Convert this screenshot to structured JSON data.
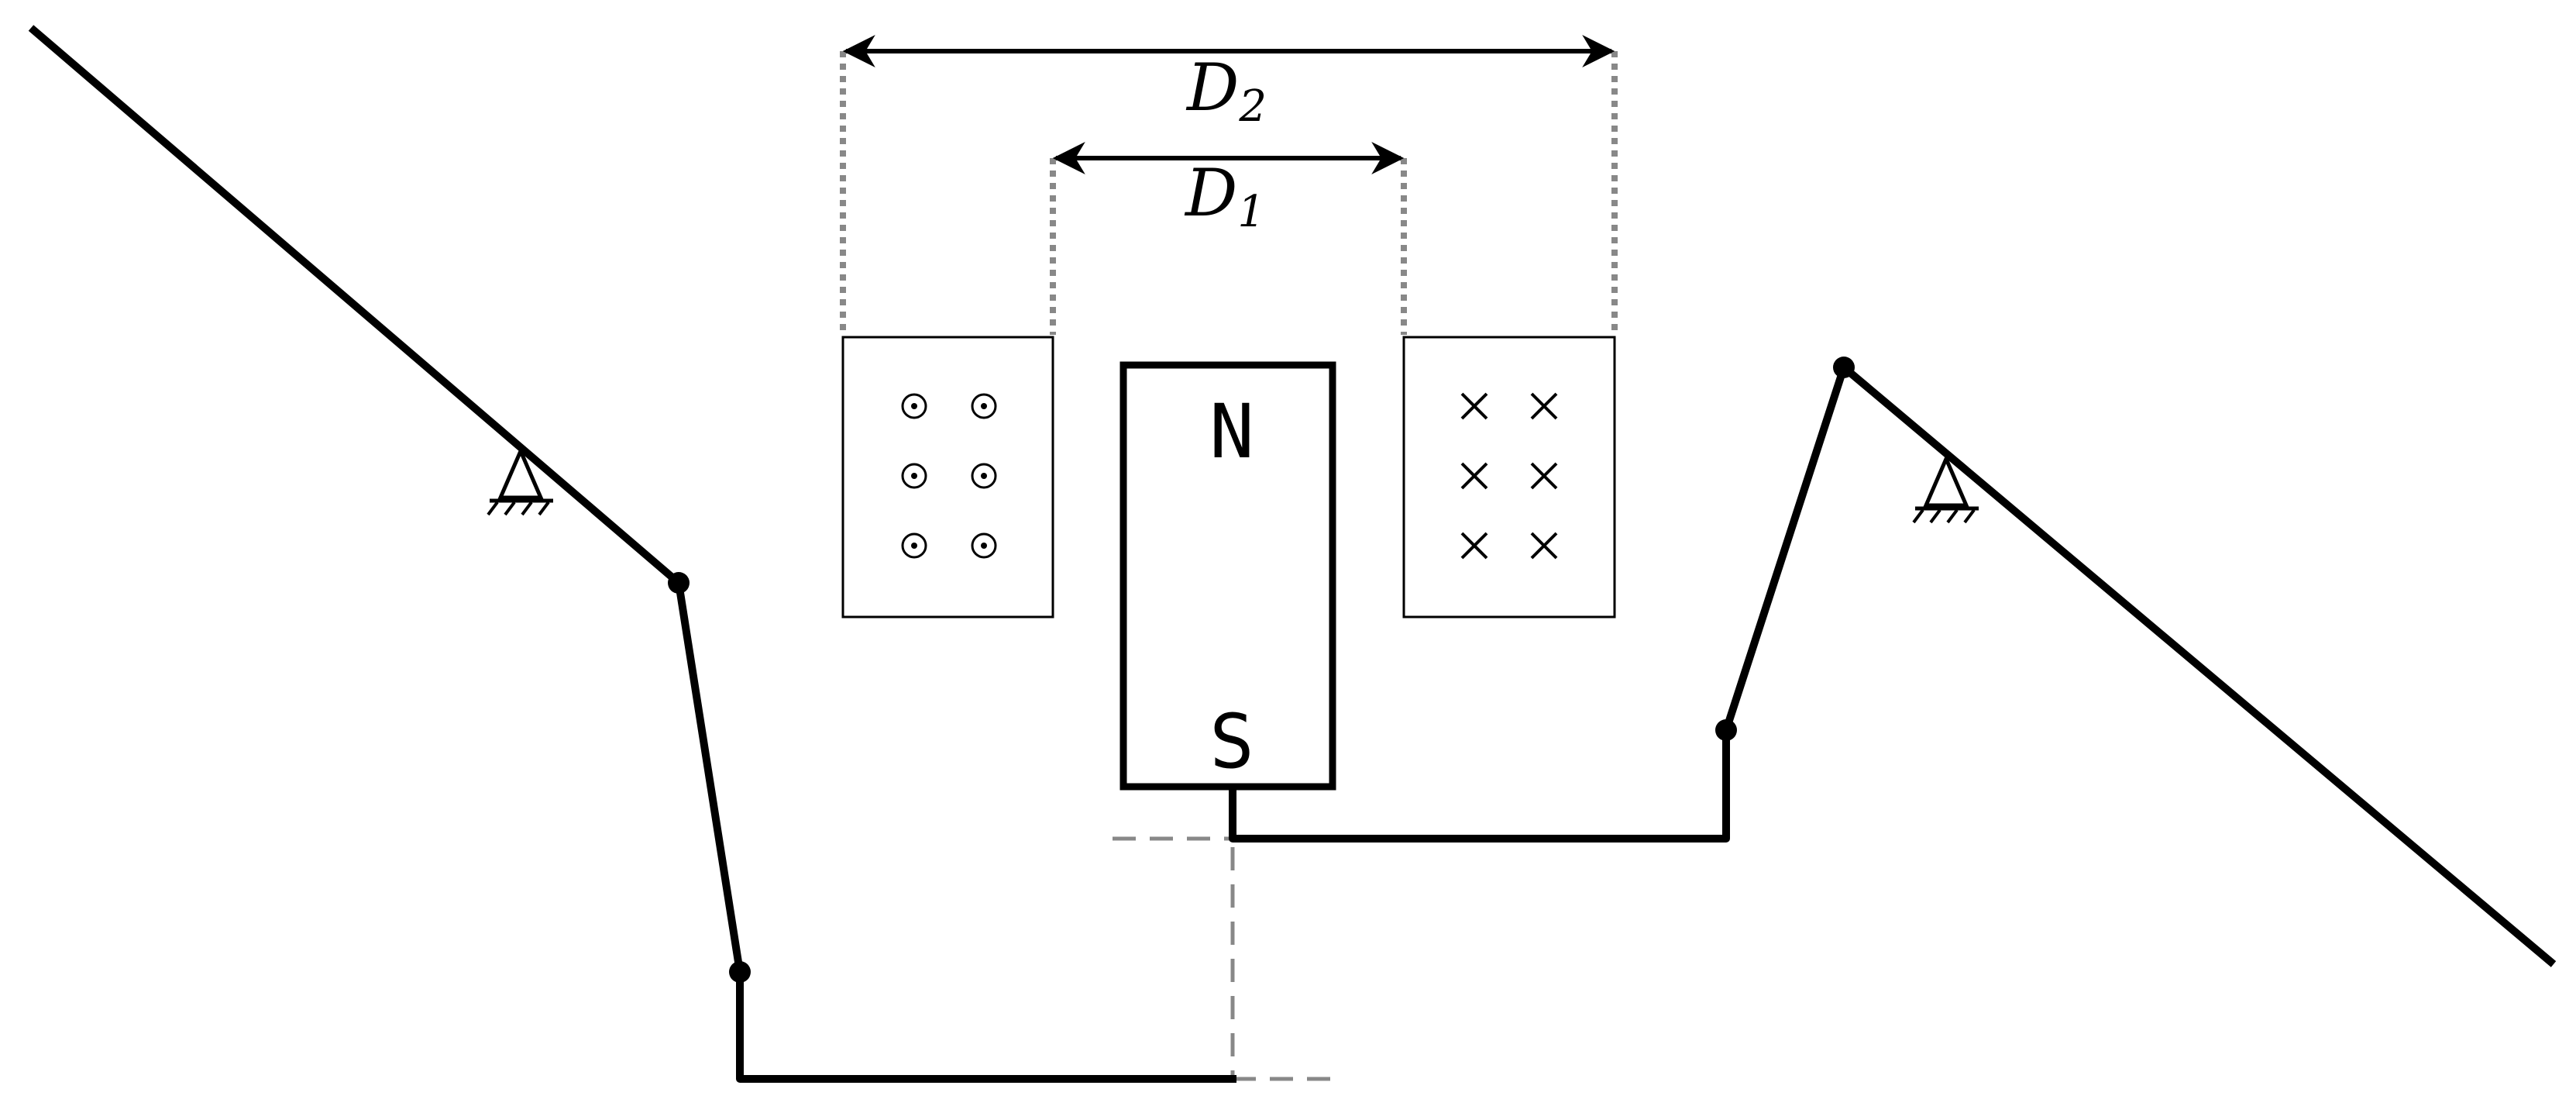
{
  "dimensions": {
    "outer": {
      "letter": "D",
      "sub": "2"
    },
    "inner": {
      "letter": "D",
      "sub": "1"
    }
  },
  "magnet": {
    "north_label": "N",
    "south_label": "S"
  },
  "coils": {
    "left": {
      "current_symbol": "out-of-page-dot",
      "rows": 3,
      "cols": 2
    },
    "right": {
      "current_symbol": "into-page-cross",
      "rows": 3,
      "cols": 2
    }
  },
  "icons": [
    "pivot-support-icon"
  ],
  "colors": {
    "line": "#000000",
    "guide": "#888888"
  }
}
